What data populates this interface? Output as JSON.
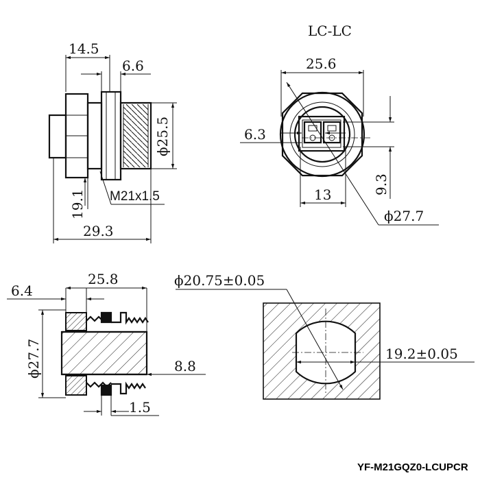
{
  "title": "LC-LC",
  "part_number": "YF-M21GQZ0-LCUPCR",
  "side_view": {
    "dim_flange_width": "14.5",
    "dim_nut_width": "6.6",
    "dim_thread_diameter": "ϕ25.5",
    "dim_height": "19.1",
    "dim_thread": "M21x1.5",
    "dim_total_length": "29.3"
  },
  "front_view": {
    "dim_width": "25.6",
    "dim_port_offset": "6.3",
    "dim_port_height": "9.3",
    "dim_port_width": "13",
    "dim_outer_diameter": "ϕ27.7"
  },
  "section_view": {
    "dim_flange": "6.4",
    "dim_length": "25.8",
    "dim_outer_diameter": "ϕ27.7",
    "dim_inner": "8.8",
    "dim_gasket": "1.5"
  },
  "panel_cutout": {
    "dim_hole_diameter": "ϕ20.75±0.05",
    "dim_flat_width": "19.2±0.05"
  }
}
